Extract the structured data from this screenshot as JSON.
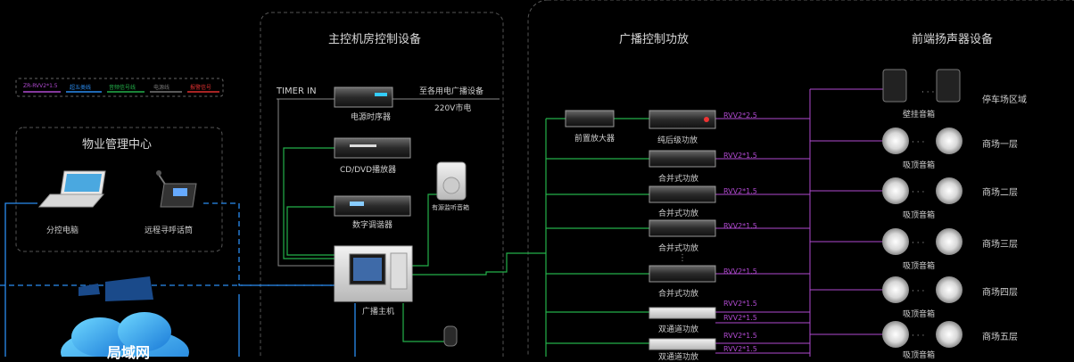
{
  "sections": {
    "control_room": "主控机房控制设备",
    "broadcast": "广播控制功放",
    "speakers": "前端扬声器设备",
    "property": "物业管理中心"
  },
  "legend": [
    {
      "label": "ZR-RVV2*1.5",
      "color": "#b04ad0"
    },
    {
      "label": "超五类线",
      "color": "#2a8cf0"
    },
    {
      "label": "音频信号线",
      "color": "#23b04a"
    },
    {
      "label": "电源线",
      "color": "#777777"
    },
    {
      "label": "报警信号",
      "color": "#e03030"
    }
  ],
  "control_room": {
    "timer_in": "TIMER IN",
    "to_power": "至各用电广播设备",
    "mains": "220V市电",
    "sequencer": "电源时序器",
    "cd_player": "CD/DVD播放器",
    "tuner": "数字调谐器",
    "monitor_speaker": "有源监听音箱",
    "host": "广播主机"
  },
  "property": {
    "pc": "分控电脑",
    "paging_mic": "远程寻呼话筒",
    "cloud": "局域网"
  },
  "amplifiers": {
    "preamp": "前置放大器",
    "pure_amp": "纯后级功放",
    "mixer_amp_1": "合并式功放",
    "mixer_amp_2": "合并式功放",
    "mixer_amp_3": "合并式功放",
    "mixer_amp_4": "合并式功放",
    "dual_amp_1": "双通道功放",
    "dual_amp_2": "双通道功放",
    "cable_25": "RVV2*2.5",
    "cable_15": "RVV2*1.5"
  },
  "speakers": {
    "wall": "壁挂音箱",
    "ceiling": "吸顶音箱",
    "zones": [
      "停车场区域",
      "商场一层",
      "商场二层",
      "商场三层",
      "商场四层",
      "商场五层"
    ]
  },
  "colors": {
    "purple": "#b04ad0",
    "green": "#23b04a",
    "blue": "#2a8cf0",
    "frame": "#555555"
  }
}
